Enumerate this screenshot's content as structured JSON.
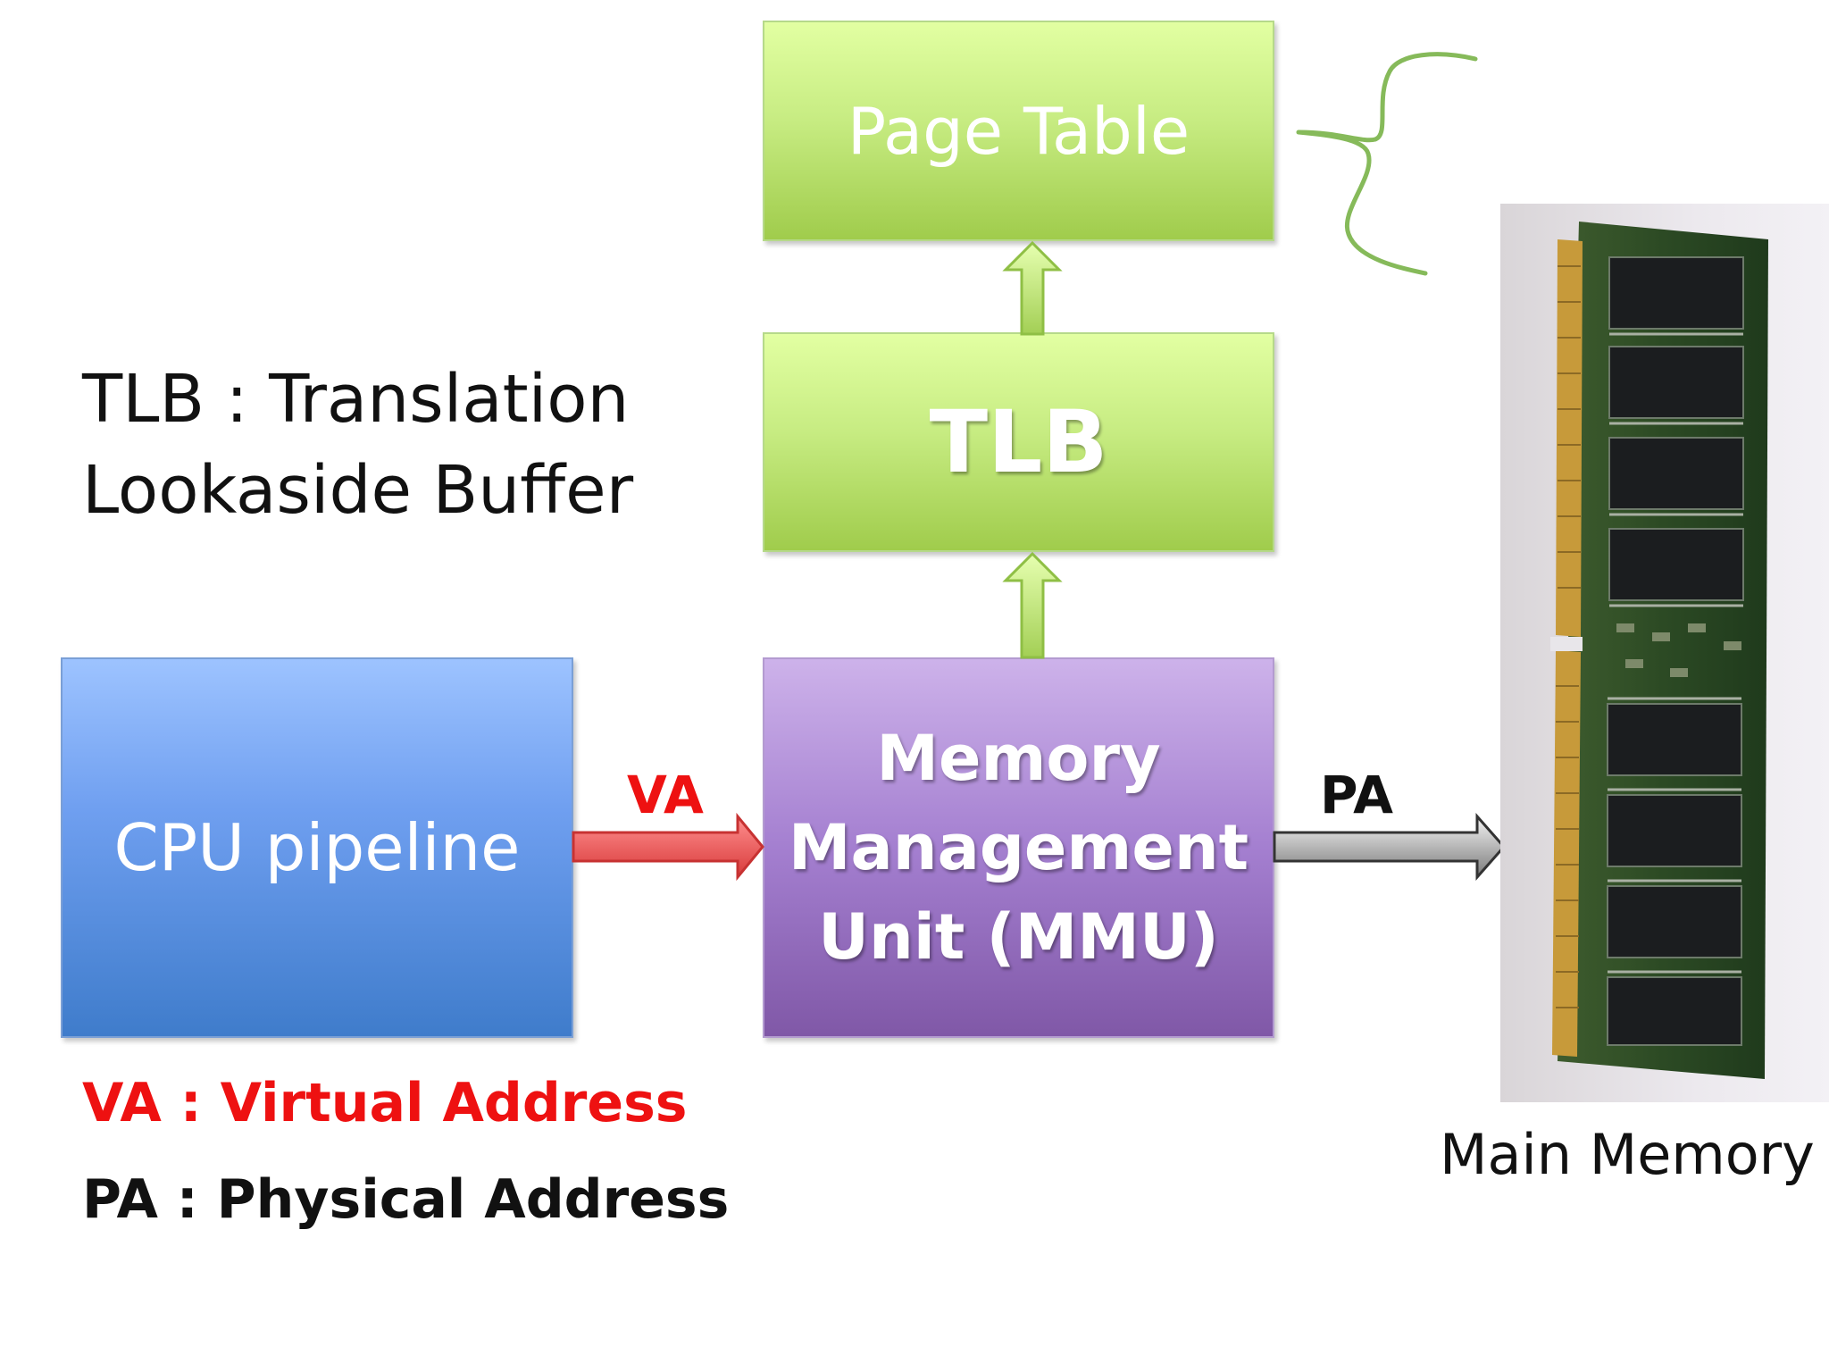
{
  "boxes": {
    "page_table": "Page Table",
    "tlb": "TLB",
    "cpu": "CPU pipeline",
    "mmu": [
      "Memory",
      "Management",
      "Unit (MMU)"
    ]
  },
  "arrows": {
    "va": "VA",
    "pa": "PA"
  },
  "definitions": {
    "tlb": [
      "TLB : Translation",
      "Lookaside Buffer"
    ],
    "va": "VA : Virtual Address",
    "pa": "PA : Physical Address"
  },
  "main_memory": "Main Memory",
  "colors": {
    "va_red": "#ee1111",
    "green_box": "#b9e06f",
    "cpu_blue": "#5b8fde",
    "mmu_purple": "#9a74c6",
    "pa_arrow_gray": "#8a8a8a"
  }
}
